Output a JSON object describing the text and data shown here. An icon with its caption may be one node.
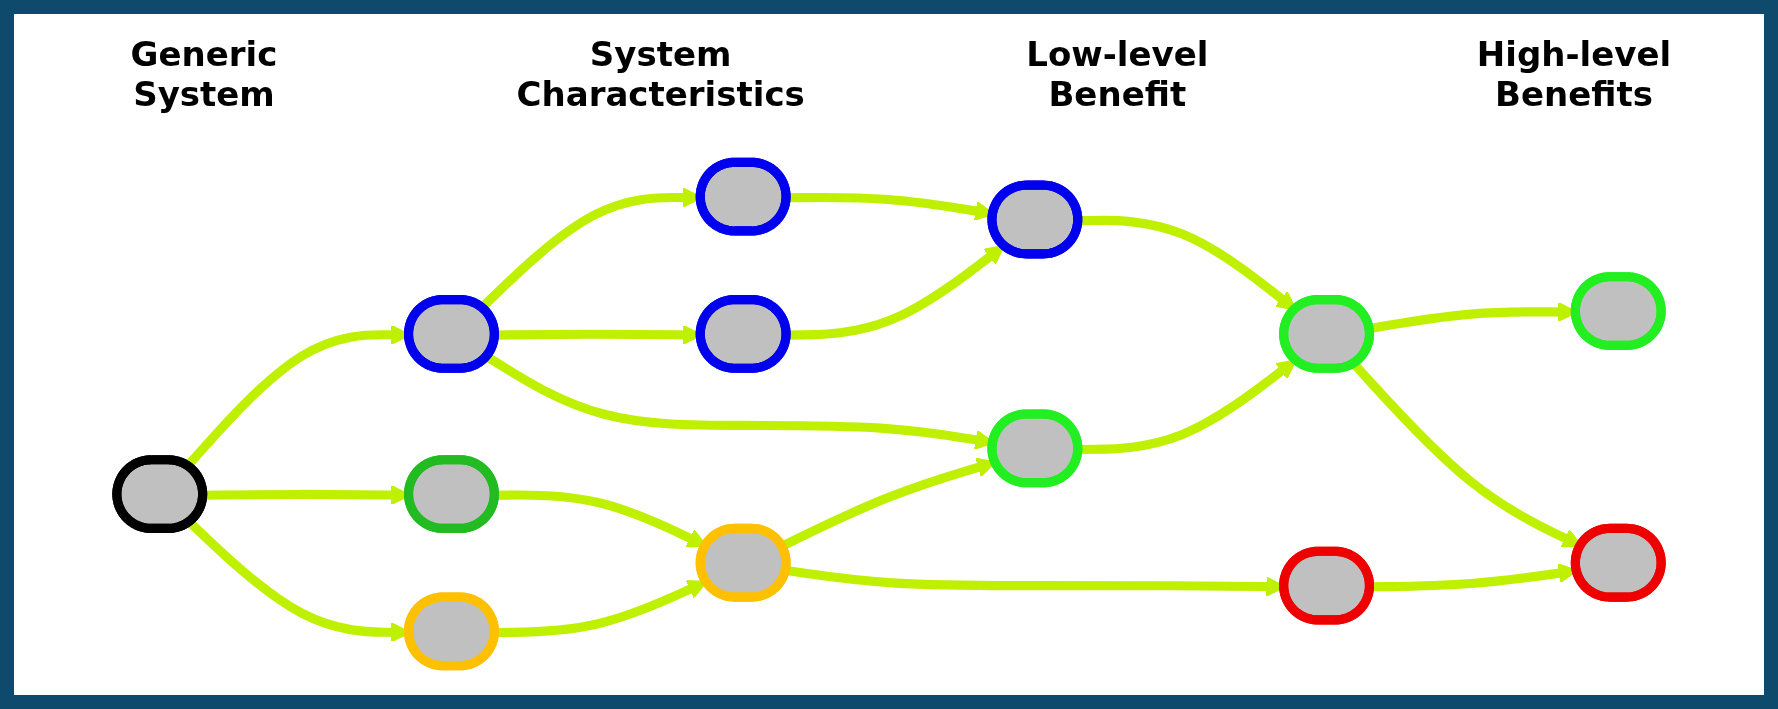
{
  "diagram": {
    "nodes": [
      {
        "text": [],
        "shape": "ellipse"
      },
      {
        "text": [],
        "shape": "ellipse"
      },
      {
        "text": [],
        "shape": "ellipse"
      },
      {
        "text": [],
        "shape": "ellipse"
      },
      {
        "text": [],
        "shape": "ellipse"
      },
      {
        "text": [],
        "shape": "ellipse"
      },
      {
        "text": [],
        "shape": "ellipse"
      },
      {
        "text": [],
        "shape": "ellipse"
      },
      {
        "text": [],
        "shape": "ellipse"
      },
      {
        "text": [],
        "shape": "ellipse"
      },
      {
        "text": [],
        "shape": "ellipse"
      },
      {
        "text": [],
        "shape": "ellipse"
      },
      {
        "text": [],
        "shape": "ellipse"
      }
    ],
    "edges": [
      {
        "from": 0,
        "to": 1,
        "arrow": "to"
      },
      {
        "from": 0,
        "to": 2,
        "arrow": "to"
      },
      {
        "from": 0,
        "to": 3,
        "arrow": "to"
      },
      {
        "from": 1,
        "to": 4,
        "arrow": "to"
      },
      {
        "from": 1,
        "to": 5,
        "arrow": "to"
      },
      {
        "from": 1,
        "to": 7,
        "arrow": "to"
      },
      {
        "from": 2,
        "to": 8,
        "arrow": "to"
      },
      {
        "from": 3,
        "to": 8,
        "arrow": "to"
      },
      {
        "from": 8,
        "to": 7,
        "arrow": "to"
      },
      {
        "from": 8,
        "to": 9,
        "arrow": "to"
      },
      {
        "from": 4,
        "to": 6,
        "arrow": "to"
      },
      {
        "from": 5,
        "to": 6,
        "arrow": "to"
      },
      {
        "from": 6,
        "to": 10,
        "arrow": "to"
      },
      {
        "from": 7,
        "to": 10,
        "arrow": "to"
      },
      {
        "from": 10,
        "to": 11,
        "arrow": "to"
      },
      {
        "from": 10,
        "to": 12,
        "arrow": "to"
      },
      {
        "from": 9,
        "to": 12,
        "arrow": "to"
      }
    ],
    "labels": [
      "Generic System",
      "System Characteristics",
      "Low-level Benefit",
      "High-level Benefits"
    ]
  }
}
